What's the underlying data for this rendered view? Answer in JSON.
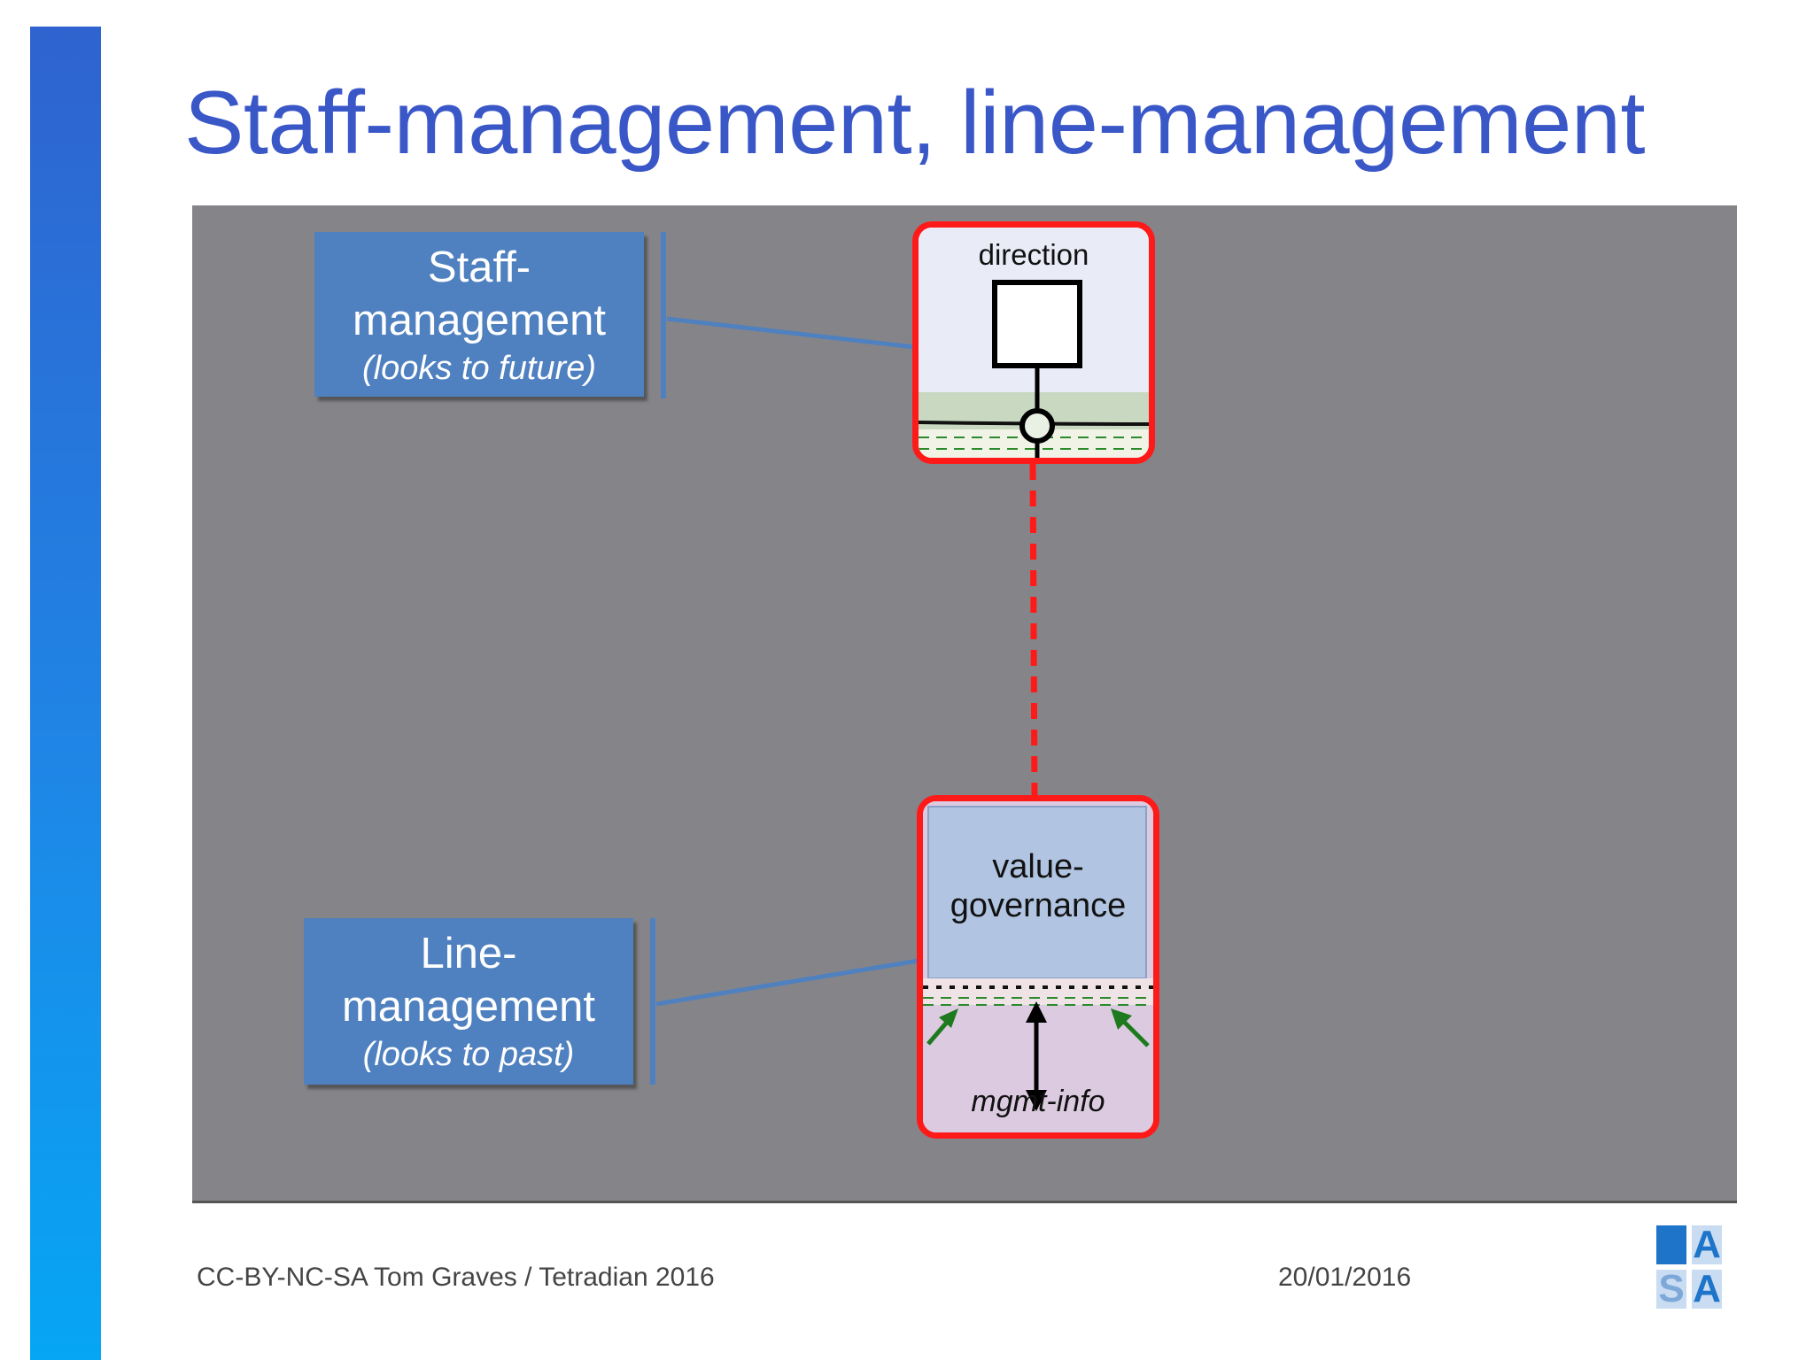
{
  "slide": {
    "title": "Staff-management, line-management"
  },
  "callouts": {
    "staff": {
      "line1": "Staff-",
      "line2": "management",
      "sub": "(looks to future)"
    },
    "line": {
      "line1": "Line-",
      "line2": "management",
      "sub": "(looks to past)"
    }
  },
  "boxes": {
    "direction": {
      "label": "direction"
    },
    "value_governance": {
      "label": "value-\ngovernance"
    },
    "mgmt_info": {
      "label": "mgmt-info"
    }
  },
  "footer": {
    "license": "CC-BY-NC-SA Tom Graves / Tetradian 2016",
    "date": "20/01/2016"
  },
  "logo": {
    "letters": [
      "",
      "A",
      "S",
      "A"
    ]
  },
  "colors": {
    "title": "#3a57c8",
    "callout": "#4f80bf",
    "highlight_border": "#ff1a1a",
    "stage": "#858589",
    "arrow_green": "#1e7a1e"
  },
  "icons": [
    "square-node-icon",
    "circle-node-icon",
    "double-arrow-icon",
    "green-arrow-icon"
  ]
}
